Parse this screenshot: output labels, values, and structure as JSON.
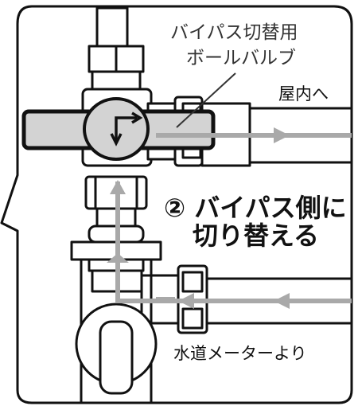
{
  "labels": {
    "valve_name_line1": "バイパス切替用",
    "valve_name_line2": "ボールバルブ",
    "to_indoor": "屋内へ",
    "instruction_line1": "② バイパス側に",
    "instruction_line2": "切り替える",
    "from_water_meter": "水道メーターより"
  },
  "colors": {
    "outline": "#111111",
    "handle_fill": "#d3d3d3",
    "flow_arrow": "#a9a9a9",
    "background": "#ffffff"
  }
}
